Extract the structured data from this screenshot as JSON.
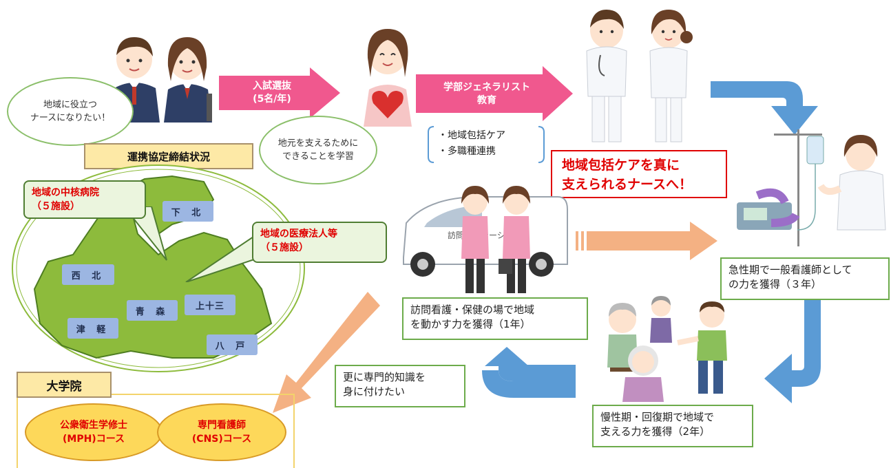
{
  "speech": {
    "students": [
      "地域に役立つ",
      "ナースになりたい！"
    ],
    "learn": [
      "地元を支えるために",
      "できることを学習"
    ]
  },
  "arrows": {
    "admission": [
      "入試選抜",
      "(5名/年)"
    ],
    "generalist": [
      "学部ジェネラリスト",
      "教育"
    ]
  },
  "bracket_items": [
    "・地域包括ケア",
    "・多職種連携"
  ],
  "goal": [
    "地域包括ケアを真に",
    "支えられるナースへ！"
  ],
  "map": {
    "title": "運携協定締結状況",
    "regions": {
      "shimokita": "下 北",
      "seihoku": "西 北",
      "aomori": "青 森",
      "kamitosan": "上十三",
      "tsugaru": "津 軽",
      "hachinohe": "八 戸"
    },
    "callout_hospital": [
      "地域の中核病院",
      "（５施設）"
    ],
    "callout_medical": [
      "地域の医療法人等",
      "（５施設）"
    ]
  },
  "car_label": "訪問看ステーシ",
  "stages": {
    "home": [
      "訪問看護・保健の場で地域",
      "を動かす力を獲得（1年）"
    ],
    "acute": [
      "急性期で一般看護師として",
      "の力を獲得（３年）"
    ],
    "chronic": [
      "慢性期・回復期で地域で",
      "支える力を獲得（2年）"
    ],
    "specialist": [
      "更に専門的知識を",
      "身に付けたい"
    ]
  },
  "grad": {
    "title": "大学院",
    "mph": [
      "公衆衛生学修士",
      "(MPH)コース"
    ],
    "cns": [
      "専門看護師",
      "(CNS)コース"
    ]
  },
  "colors": {
    "pink": "#f0588e",
    "blue": "#5b9bd5",
    "orange": "#f4b183",
    "green": "#8dbb3c"
  }
}
